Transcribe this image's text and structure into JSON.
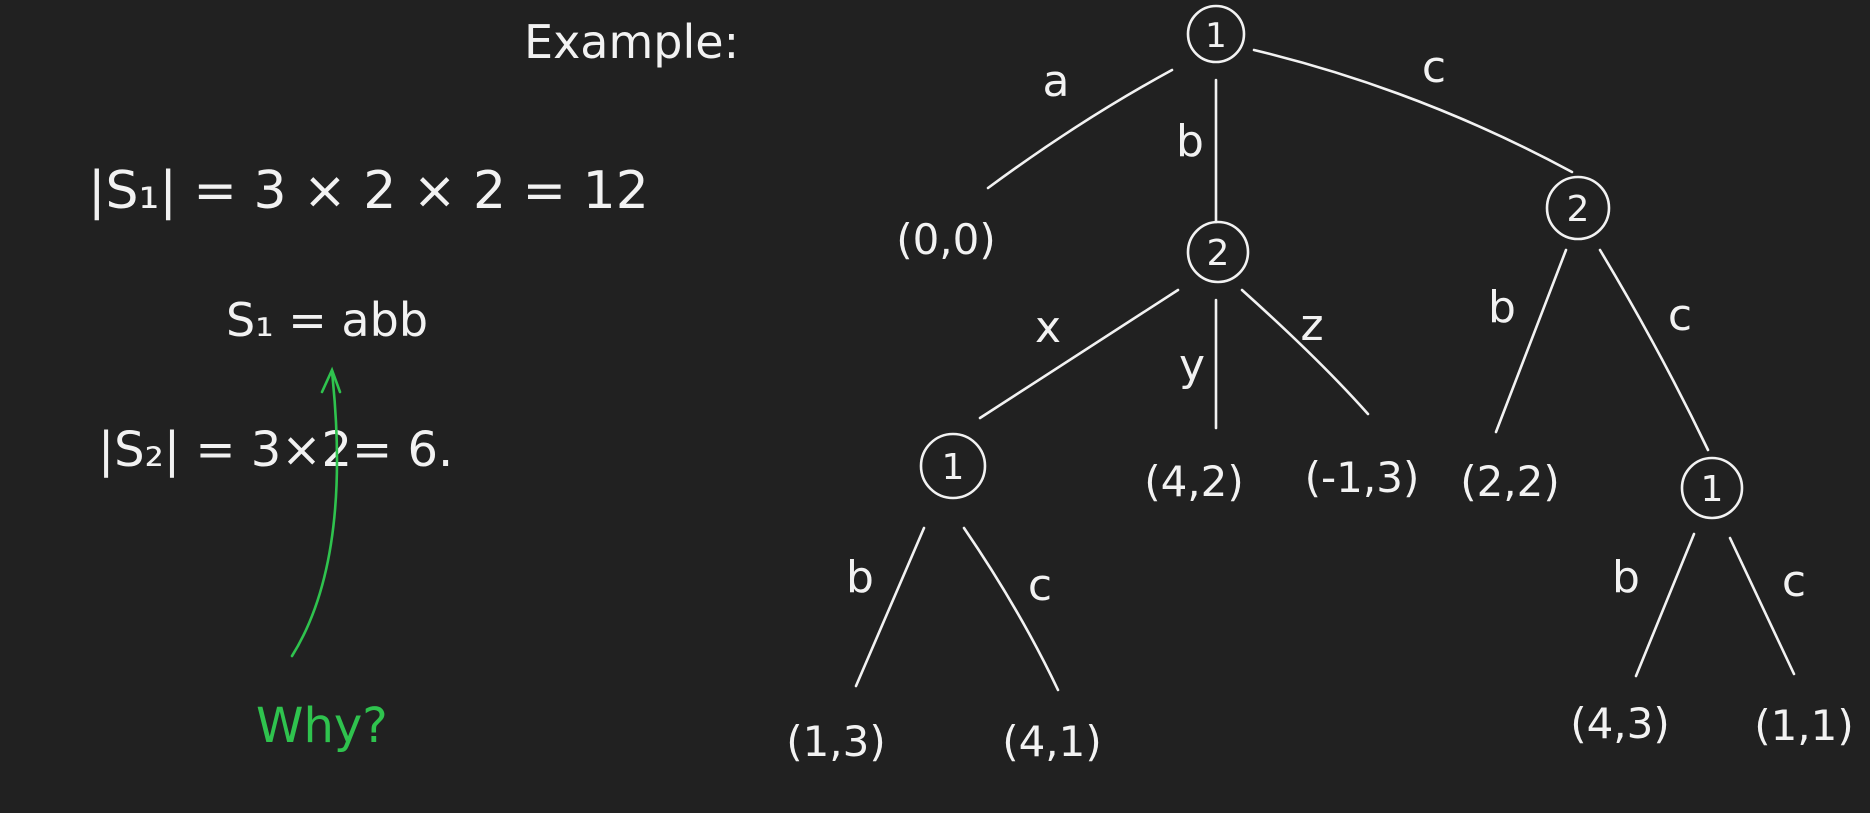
{
  "heading": "Example:",
  "notes": {
    "s1_size": "|S₁| = 3 × 2 × 2 = 12",
    "s1_value": "S₁ = abb",
    "s2_size": "|S₂| = 3×2",
    "s2_result": "= 6.",
    "question": "Why?"
  },
  "colors": {
    "background": "#212121",
    "ink": "#f2f2f2",
    "accent": "#2fc34e"
  },
  "tree": {
    "nodes": {
      "root": "1",
      "n_b": "2",
      "n_c": "2",
      "n_bx": "1",
      "n_cc": "1"
    },
    "leaves": {
      "l_a": "(0,0)",
      "l_by": "(4,2)",
      "l_bz": "(-1,3)",
      "l_cb": "(2,2)",
      "l_bxb": "(1,3)",
      "l_bxc": "(4,1)",
      "l_ccb": "(4,3)",
      "l_ccc": "(1,1)"
    },
    "edge_labels": {
      "root_a": "a",
      "root_b": "b",
      "root_c": "c",
      "nb_x": "x",
      "nb_y": "y",
      "nb_z": "z",
      "nc_b": "b",
      "nc_c": "c",
      "nbx_b": "b",
      "nbx_c": "c",
      "ncc_b": "b",
      "ncc_c": "c"
    }
  }
}
